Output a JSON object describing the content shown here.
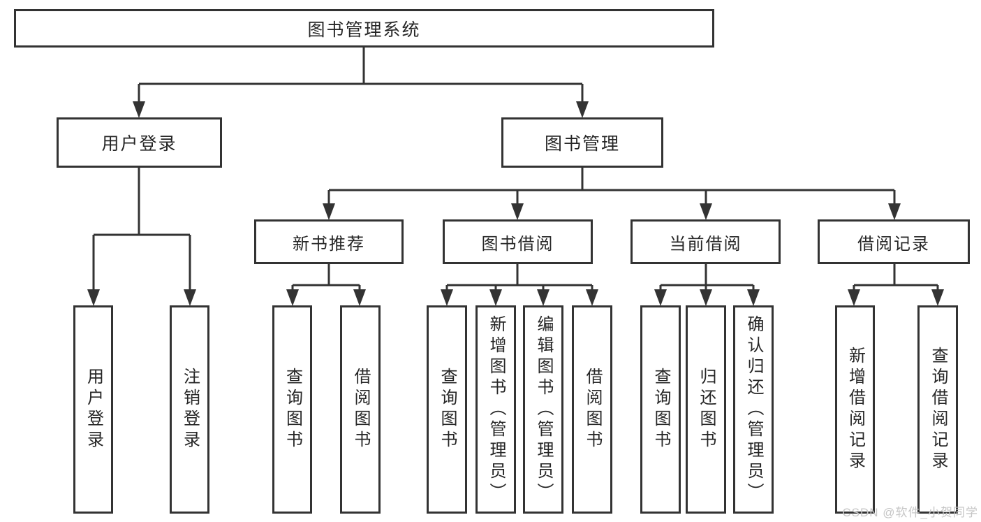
{
  "diagram": {
    "title": "图书管理系统",
    "nodes": {
      "root": {
        "label": "图书管理系统"
      },
      "level2": [
        {
          "id": "user-login",
          "label": "用户登录"
        },
        {
          "id": "book-management",
          "label": "图书管理"
        }
      ],
      "level3": [
        {
          "id": "new-book-recommend",
          "label": "新书推荐",
          "parent": "book-management"
        },
        {
          "id": "book-borrow",
          "label": "图书借阅",
          "parent": "book-management"
        },
        {
          "id": "current-borrow",
          "label": "当前借阅",
          "parent": "book-management"
        },
        {
          "id": "borrow-record",
          "label": "借阅记录",
          "parent": "book-management"
        }
      ],
      "leaves": [
        {
          "id": "leaf-user-login",
          "label": "用户登录",
          "parent": "user-login"
        },
        {
          "id": "leaf-logout",
          "label": "注销登录",
          "parent": "user-login"
        },
        {
          "id": "leaf-query-books-1",
          "label": "查询图书",
          "parent": "new-book-recommend"
        },
        {
          "id": "leaf-borrow-books-1",
          "label": "借阅图书",
          "parent": "new-book-recommend"
        },
        {
          "id": "leaf-query-books-2",
          "label": "查询图书",
          "parent": "book-borrow"
        },
        {
          "id": "leaf-add-books-admin",
          "label": "新增图书（管理员）",
          "parent": "book-borrow"
        },
        {
          "id": "leaf-edit-books-admin",
          "label": "编辑图书（管理员）",
          "parent": "book-borrow"
        },
        {
          "id": "leaf-borrow-books-2",
          "label": "借阅图书",
          "parent": "book-borrow"
        },
        {
          "id": "leaf-query-books-3",
          "label": "查询图书",
          "parent": "current-borrow"
        },
        {
          "id": "leaf-return-books",
          "label": "归还图书",
          "parent": "current-borrow"
        },
        {
          "id": "leaf-confirm-return-admin",
          "label": "确认归还（管理员）",
          "parent": "current-borrow"
        },
        {
          "id": "leaf-add-borrow-record",
          "label": "新增借阅记录",
          "parent": "borrow-record"
        },
        {
          "id": "leaf-query-borrow-record",
          "label": "查询借阅记录",
          "parent": "borrow-record"
        }
      ]
    }
  },
  "watermark": {
    "text": "CSDN @软件_小贺同学"
  },
  "colors": {
    "line": "#333333",
    "box_border": "#333333",
    "text": "#262626",
    "watermark": "#c6c6c6",
    "background": "#ffffff"
  }
}
